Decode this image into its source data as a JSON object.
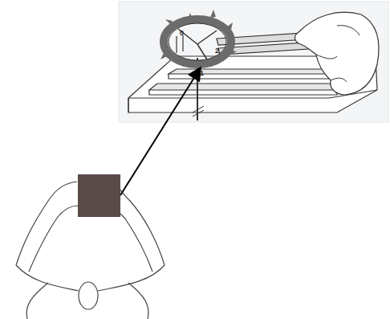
{
  "diagram": {
    "labels": [
      "0",
      "1",
      "2",
      "1"
    ]
  }
}
